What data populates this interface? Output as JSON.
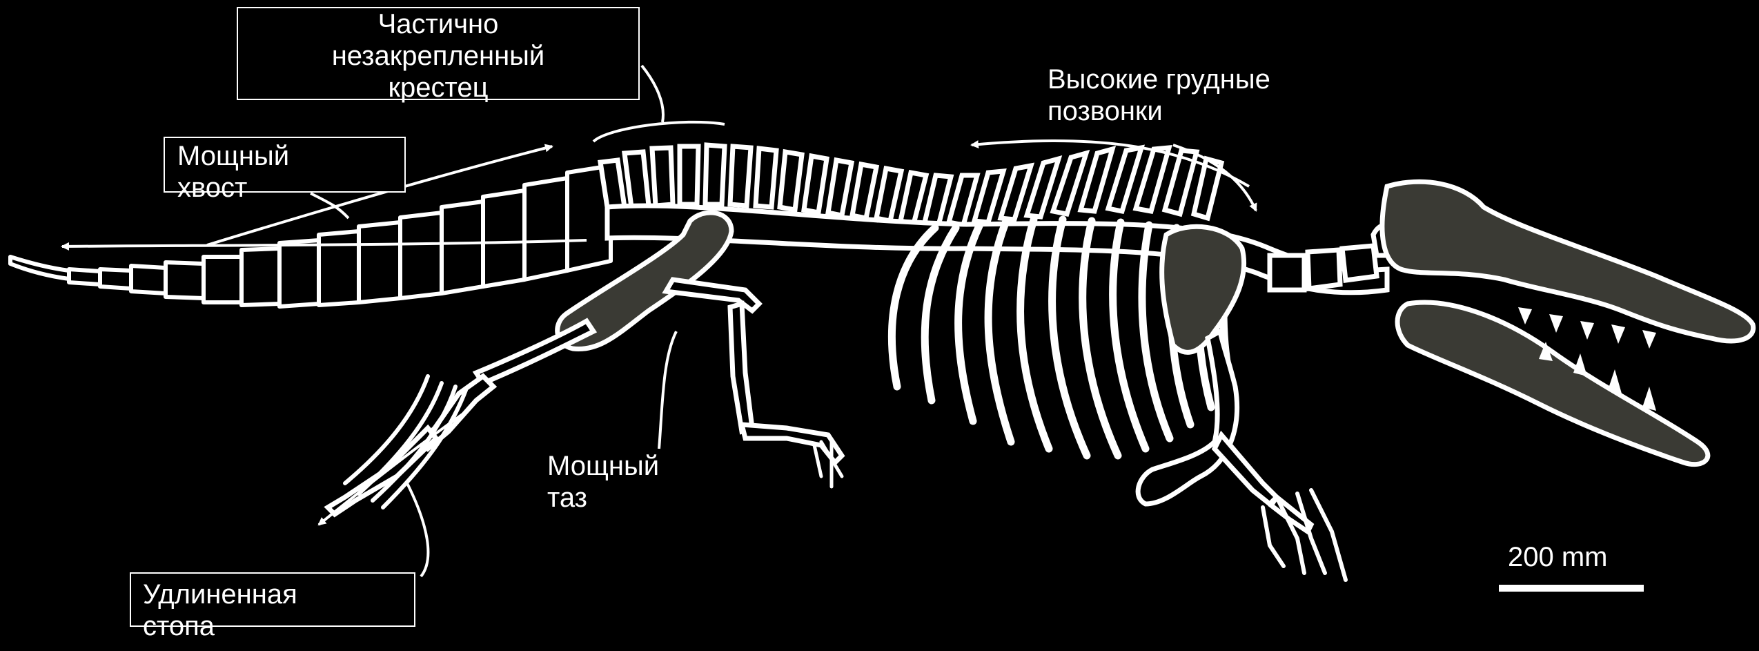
{
  "labels": {
    "sacrum": "Частично\nнезакрепленный\nкрестец",
    "thoracic": "Высокие грудные\nпозвонки",
    "tail": "Мощный\nхвост",
    "pelvis": "Мощный\nтаз",
    "foot": "Удлиненная\nстопа"
  },
  "scale_bar": {
    "label": "200 mm"
  },
  "colors": {
    "background": "#000000",
    "bone_outline": "#ffffff",
    "bone_fill": "#3a3a34",
    "bone_dark": "#000000"
  }
}
